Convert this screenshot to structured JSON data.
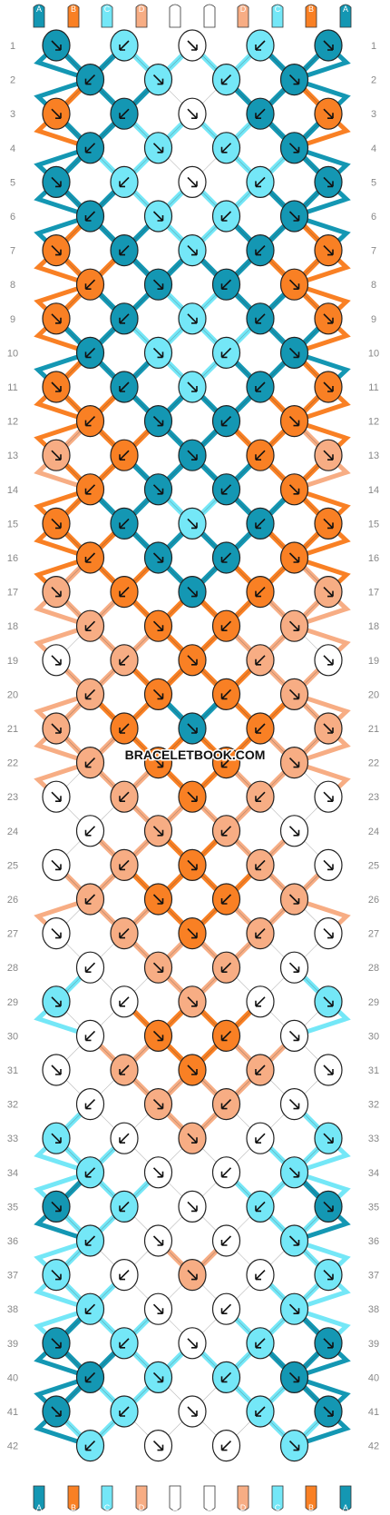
{
  "watermark": "BRACELETBOOK.COM",
  "colors": {
    "A": "#1497b3",
    "B": "#f98024",
    "C": "#74e7f7",
    "D": "#f7ad84",
    "E": "#ffffff"
  },
  "strands_top": [
    "A",
    "B",
    "C",
    "D",
    "E",
    "E",
    "D",
    "C",
    "B",
    "A"
  ],
  "strands_bottom": [
    "A",
    "B",
    "C",
    "D",
    "E",
    "E",
    "D",
    "C",
    "B",
    "A"
  ],
  "rows": [
    "1",
    "2",
    "3",
    "4",
    "5",
    "6",
    "7",
    "8",
    "9",
    "10",
    "11",
    "12",
    "13",
    "14",
    "15",
    "16",
    "17",
    "18",
    "19",
    "20",
    "21",
    "22",
    "23",
    "24",
    "25",
    "26",
    "27",
    "28",
    "29",
    "30",
    "31",
    "32",
    "33",
    "34",
    "35",
    "36",
    "37",
    "38",
    "39",
    "40",
    "41",
    "42"
  ],
  "knots": [
    [
      "A",
      "C",
      "E",
      "C",
      "A"
    ],
    [
      "A",
      "C",
      "C",
      "A"
    ],
    [
      "B",
      "A",
      "E",
      "A",
      "B"
    ],
    [
      "A",
      "C",
      "C",
      "A"
    ],
    [
      "A",
      "C",
      "E",
      "C",
      "A"
    ],
    [
      "A",
      "C",
      "C",
      "A"
    ],
    [
      "B",
      "A",
      "C",
      "A",
      "B"
    ],
    [
      "B",
      "A",
      "A",
      "B"
    ],
    [
      "B",
      "A",
      "C",
      "A",
      "B"
    ],
    [
      "A",
      "C",
      "C",
      "A"
    ],
    [
      "B",
      "A",
      "C",
      "A",
      "B"
    ],
    [
      "B",
      "A",
      "A",
      "B"
    ],
    [
      "D",
      "B",
      "A",
      "B",
      "D"
    ],
    [
      "B",
      "A",
      "A",
      "B"
    ],
    [
      "B",
      "A",
      "C",
      "A",
      "B"
    ],
    [
      "B",
      "A",
      "A",
      "B"
    ],
    [
      "D",
      "B",
      "A",
      "B",
      "D"
    ],
    [
      "D",
      "B",
      "B",
      "D"
    ],
    [
      "E",
      "D",
      "B",
      "D",
      "E"
    ],
    [
      "D",
      "B",
      "B",
      "D"
    ],
    [
      "D",
      "B",
      "A",
      "B",
      "D"
    ],
    [
      "D",
      "B",
      "B",
      "D"
    ],
    [
      "E",
      "D",
      "B",
      "D",
      "E"
    ],
    [
      "E",
      "D",
      "D",
      "E"
    ],
    [
      "E",
      "D",
      "B",
      "D",
      "E"
    ],
    [
      "D",
      "B",
      "B",
      "D"
    ],
    [
      "E",
      "D",
      "B",
      "D",
      "E"
    ],
    [
      "E",
      "D",
      "D",
      "E"
    ],
    [
      "C",
      "E",
      "D",
      "E",
      "C"
    ],
    [
      "E",
      "B",
      "B",
      "E"
    ],
    [
      "E",
      "D",
      "B",
      "D",
      "E"
    ],
    [
      "E",
      "D",
      "D",
      "E"
    ],
    [
      "C",
      "E",
      "D",
      "E",
      "C"
    ],
    [
      "C",
      "E",
      "E",
      "C"
    ],
    [
      "A",
      "C",
      "E",
      "C",
      "A"
    ],
    [
      "C",
      "E",
      "E",
      "C"
    ],
    [
      "C",
      "E",
      "D",
      "E",
      "C"
    ],
    [
      "C",
      "E",
      "E",
      "C"
    ],
    [
      "A",
      "C",
      "E",
      "C",
      "A"
    ],
    [
      "A",
      "C",
      "C",
      "A"
    ],
    [
      "A",
      "C",
      "E",
      "C",
      "A"
    ],
    [
      "C",
      "E",
      "E",
      "C"
    ]
  ]
}
